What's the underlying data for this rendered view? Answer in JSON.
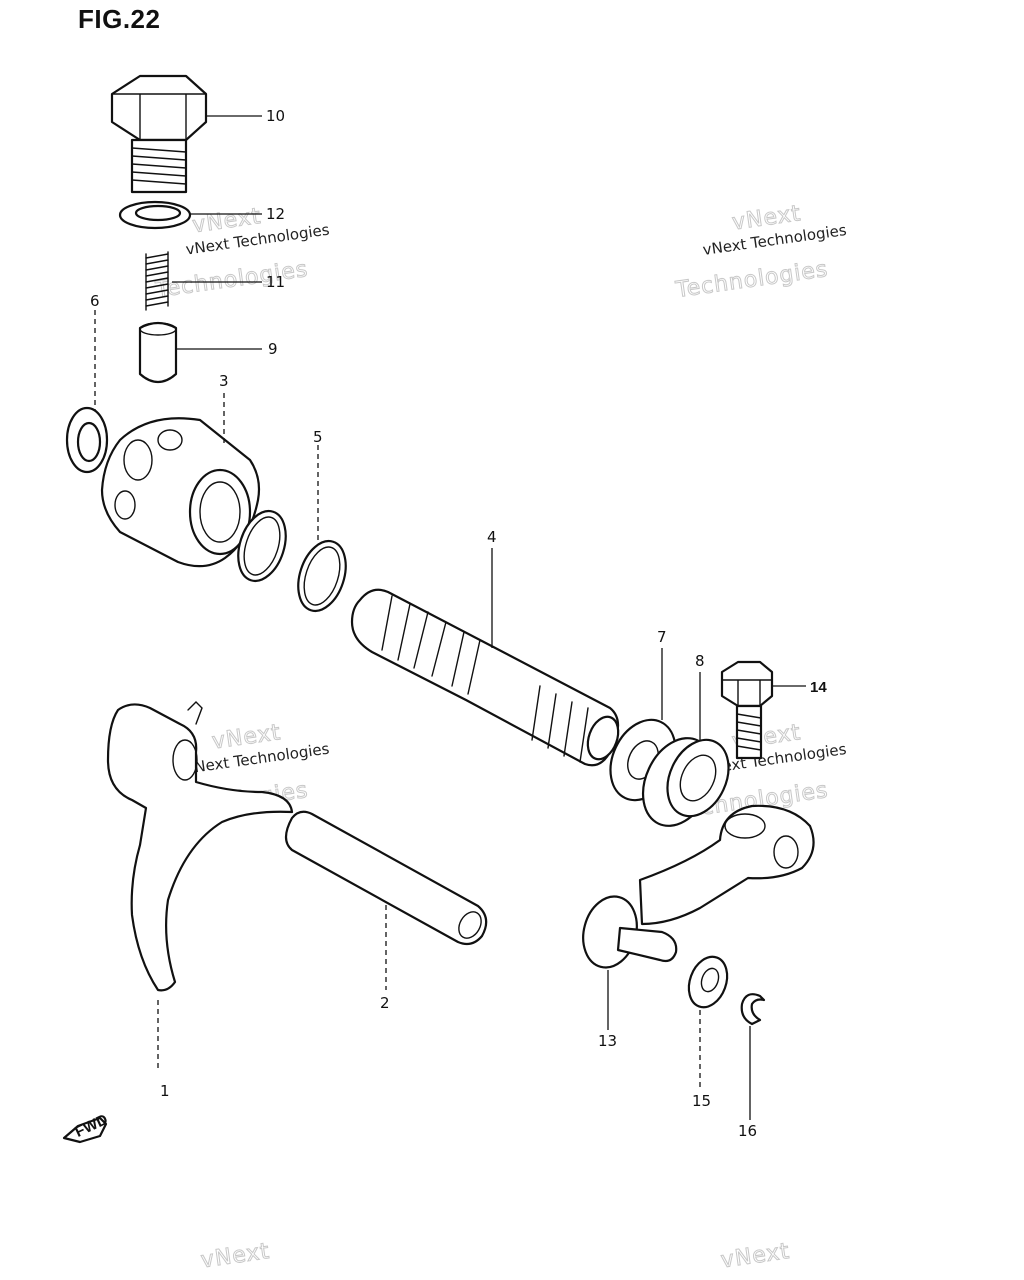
{
  "figure": {
    "title": "FIG.22"
  },
  "callouts": [
    {
      "id": "1",
      "label": "1"
    },
    {
      "id": "2",
      "label": "2"
    },
    {
      "id": "3",
      "label": "3"
    },
    {
      "id": "4",
      "label": "4"
    },
    {
      "id": "5",
      "label": "5"
    },
    {
      "id": "6",
      "label": "6"
    },
    {
      "id": "7",
      "label": "7"
    },
    {
      "id": "8",
      "label": "8"
    },
    {
      "id": "9",
      "label": "9"
    },
    {
      "id": "10",
      "label": "10"
    },
    {
      "id": "11",
      "label": "11"
    },
    {
      "id": "12",
      "label": "12"
    },
    {
      "id": "13",
      "label": "13"
    },
    {
      "id": "14",
      "label": "14"
    },
    {
      "id": "15",
      "label": "15"
    },
    {
      "id": "16",
      "label": "16"
    }
  ],
  "fwd_marker": {
    "label": "FWD",
    "icon": "forward-arrow-icon"
  },
  "watermark": {
    "line1": "vNext Technologies",
    "line2": "Technologies",
    "line3": "vNext"
  }
}
